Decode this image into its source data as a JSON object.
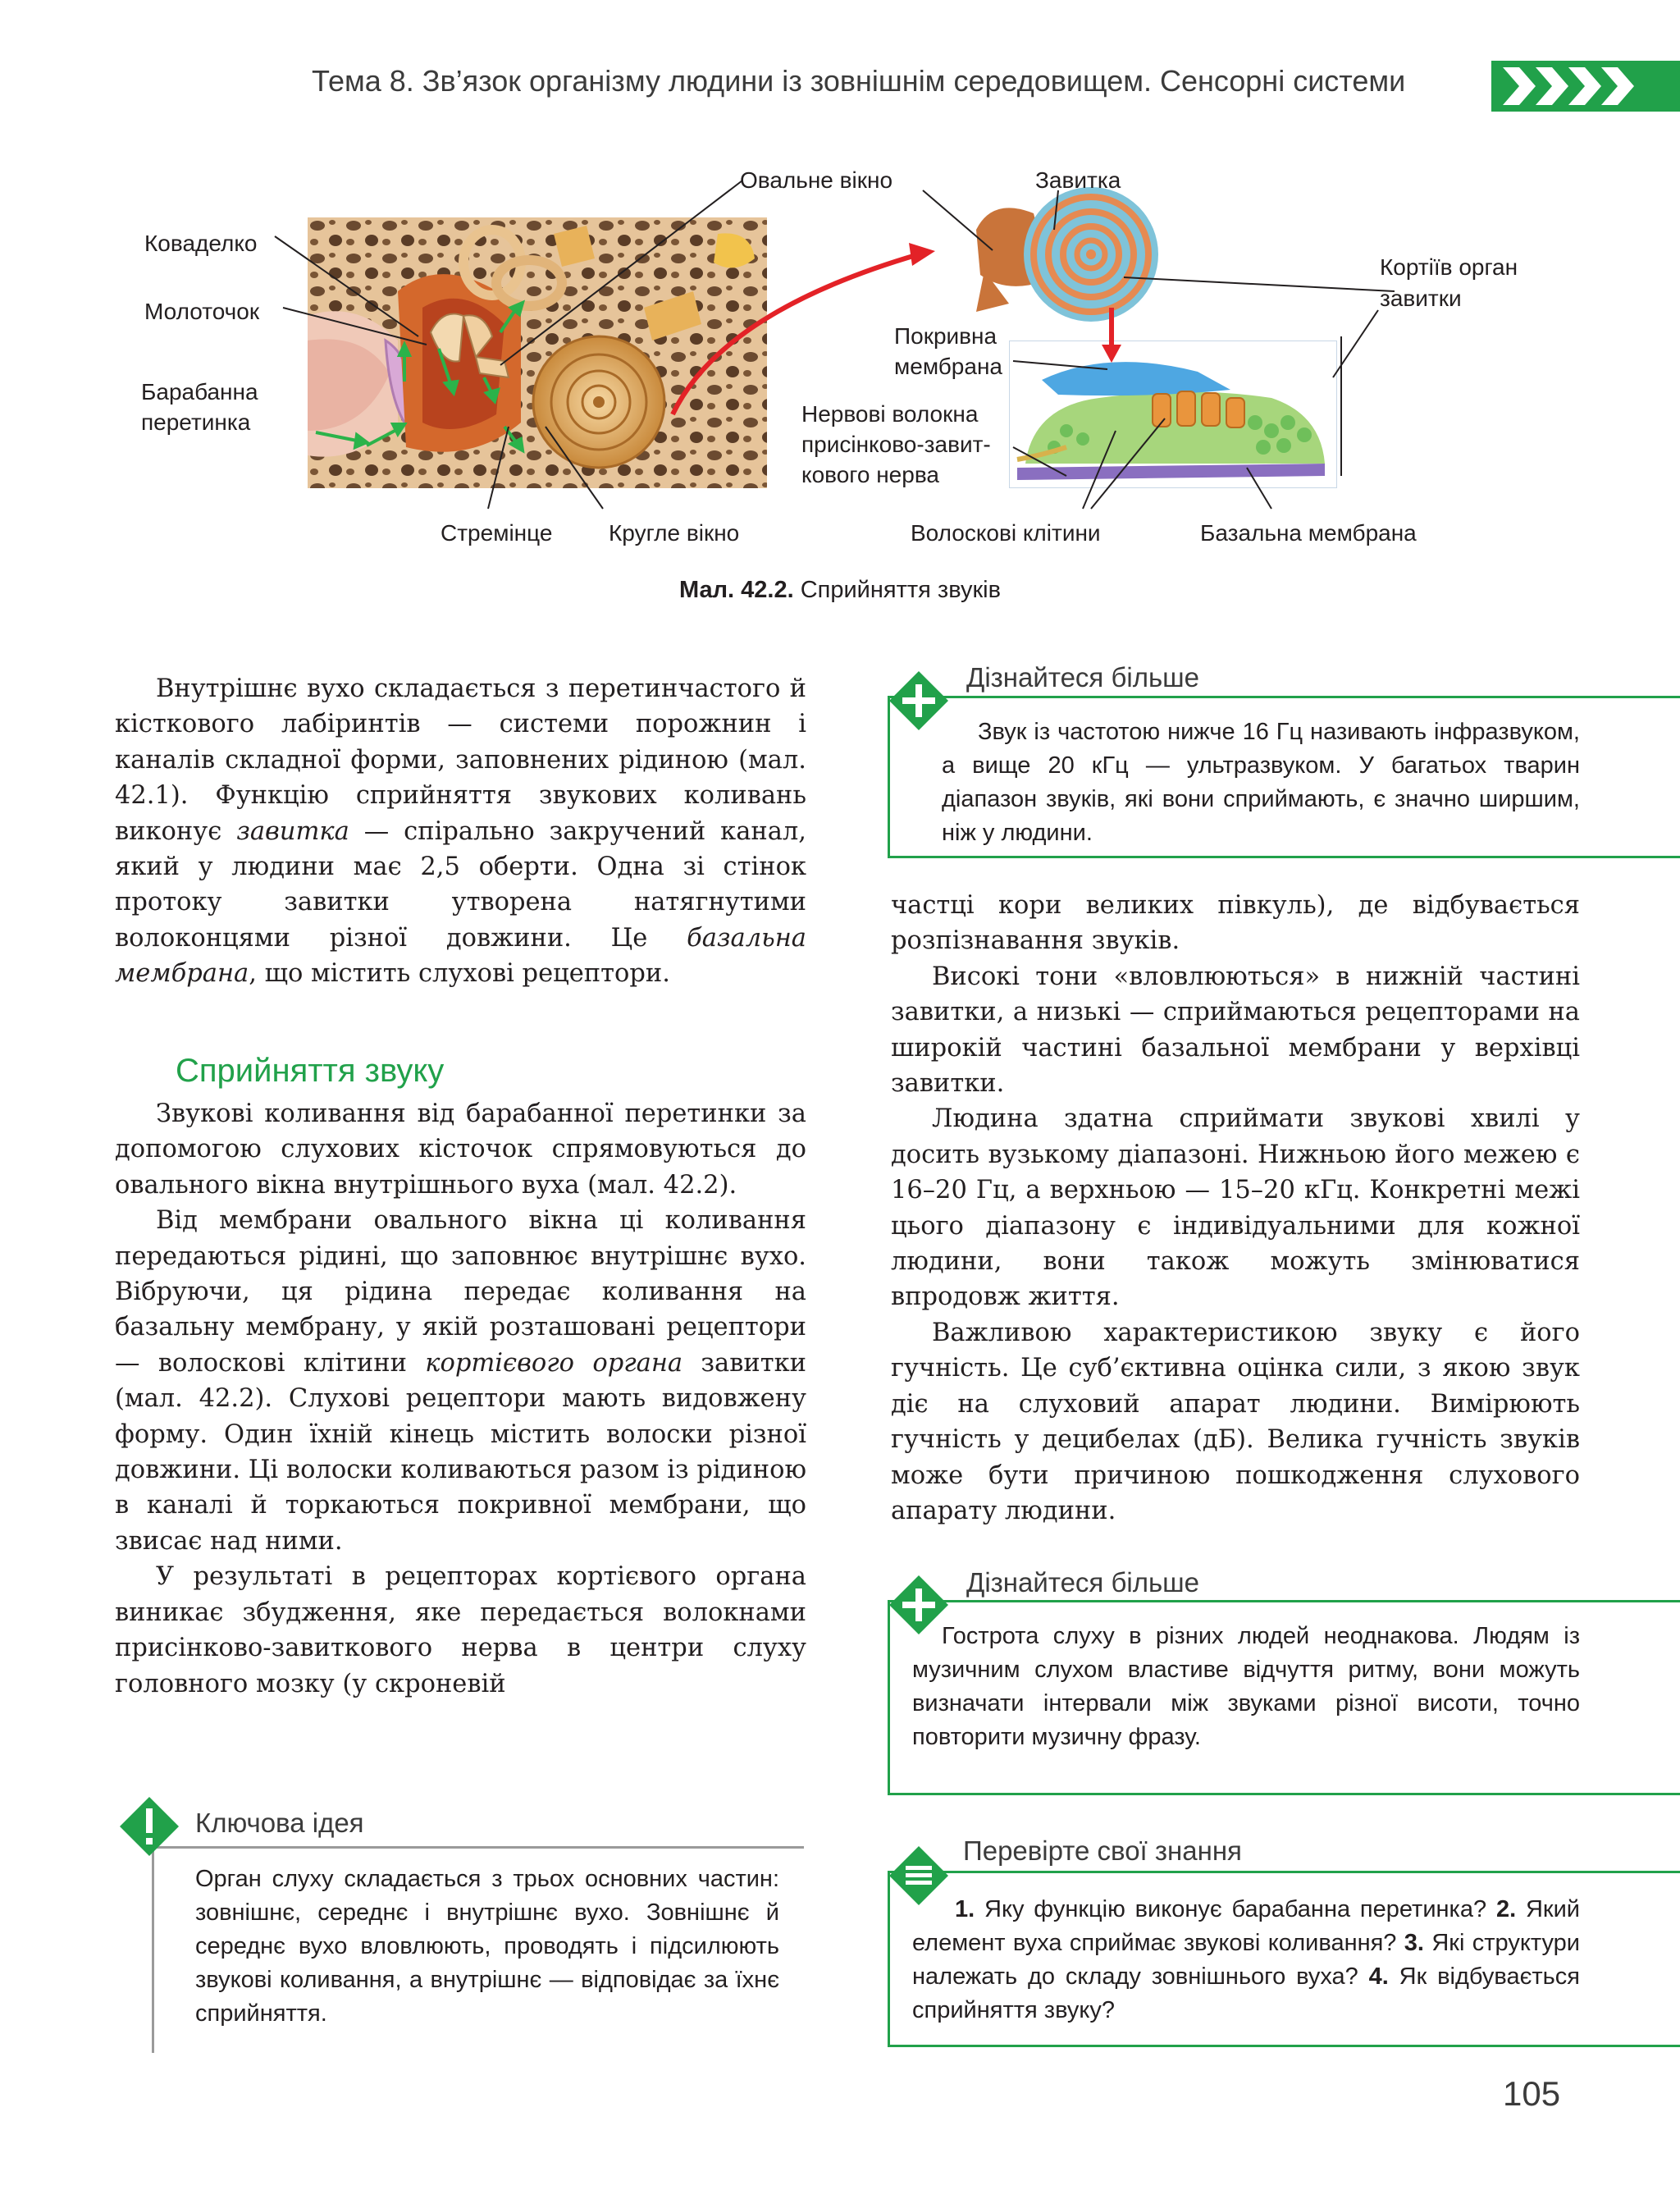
{
  "header": {
    "title": "Тема 8. Зв’язок організму людини із зовнішнім середовищем. Сенсорні системи"
  },
  "figure": {
    "labels": {
      "kovadelko": "Коваделко",
      "molotochok": "Молоточок",
      "barabanna_1": "Барабанна",
      "barabanna_2": "перетинка",
      "stremintse": "Стремінце",
      "kruhle": "Кругле вікно",
      "ovalne": "Овальне вікно",
      "zavytka": "Завитка",
      "kortiiv_1": "Кортіїв орган",
      "kortiiv_2": "завитки",
      "pokryvna_1": "Покривна",
      "pokryvna_2": "мембрана",
      "nervovi_1": "Нервові волокна",
      "nervovi_2": "присінково-завит-",
      "nervovi_3": "кового нерва",
      "voloskovi": "Волоскові клітини",
      "bazalna": "Базальна мембрана"
    },
    "caption_bold": "Мал. 42.2.",
    "caption_text": " Сприйняття звуків"
  },
  "left_col": {
    "p1_a": "Внутрішнє вухо складається з перетинчастого й кісткового лабіринтів — системи порожнин і каналів складної форми, заповнених рідиною (мал. 42.1). Функцію сприйняття звукових коливань виконує ",
    "p1_em1": "завитка",
    "p1_b": " — спірально закручений канал, який у людини має 2,5 оберти. Одна зі стінок протоку завитки утворена натягнутими волоконцями різної довжини. Це ",
    "p1_em2": "базальна мембрана",
    "p1_c": ", що містить слухові рецептори.",
    "section_heading": "Сприйняття звуку",
    "p2": "Звукові коливання від барабанної перетинки за допомогою слухових кісточок спрямовуються до овального вікна внутрішнього вуха (мал. 42.2).",
    "p3_a": "Від мембрани овального вікна ці коливання передаються рідині, що заповнює внутрішнє вухо. Вібруючи, ця рідина передає коливання на базальну мембрану, у якій розташовані рецептори — волоскові клітини ",
    "p3_em": "кортієвого органа",
    "p3_b": " завитки (мал. 42.2). Слухові рецептори мають видовжену форму. Один їхній кінець містить волоски різної довжини. Ці волоски коливаються разом із рідиною в каналі й торкаються покривної мембрани, що звисає над ними.",
    "p4": "У результаті в рецепторах кортієвого органа виникає збудження, яке передається волокнами присінково-завиткового нерва в центри слуху головного мозку (у скроневій"
  },
  "key_idea": {
    "title": "Ключова ідея",
    "text": "Орган слуху складається з трьох основних частин: зовнішнє, середнє і внутрішнє вухо. Зовнішнє й середнє вухо вловлюють, проводять і підсилюють звукові коливання, а внутрішнє — відповідає за їхнє сприйняття."
  },
  "learn_more_1": {
    "title": "Дізнайтеся більше",
    "text": "Звук із частотою нижче 16 Гц називають інфразвуком, а вище 20 кГц — ультразвуком. У багатьох тварин діапазон звуків, які вони сприймають, є значно ширшим, ніж у людини."
  },
  "right_col": {
    "p1": "частці кори великих півкуль), де відбувається розпізнавання звуків.",
    "p2": "Високі тони «вловлюються» в нижній частині завитки, а низькі — сприймаються рецепторами на широкій частині базальної мембрани у верхівці завитки.",
    "p3": "Людина здатна сприймати звукові хвилі у досить вузькому діапазоні. Нижньою його межею є 16–20 Гц, а верхньою — 15–20 кГц. Конкретні межі цього діапазону є індивідуальними для кожної людини, вони також можуть змінюватися впродовж життя.",
    "p4": "Важливою характеристикою звуку є його гучність. Це суб’єктивна оцінка сили, з якою звук діє на слуховий апарат людини. Вимірюють гучність у децибелах (дБ). Велика гучність звуків може бути причиною пошкодження слухового апарату людини."
  },
  "learn_more_2": {
    "title": "Дізнайтеся більше",
    "text": "Гострота слуху в різних людей неоднакова. Людям із музичним слухом властиве відчуття ритму, вони можуть визначати інтервали між звуками різної висоти, точно повторити музичну фразу."
  },
  "check": {
    "title": "Перевірте свої знання",
    "q1_num": "1.",
    "q1": " Яку функцію виконує барабанна перетинка?",
    "q2_num": "2.",
    "q2": " Який елемент вуха сприймає звукові коливання?",
    "q3_num": "3.",
    "q3": " Які структури належать до складу зовнішнього вуха?",
    "q4_num": "4.",
    "q4": " Як відбувається сприйняття звуку?"
  },
  "page_number": "105",
  "colors": {
    "accent_green": "#21a14a",
    "arrow_red": "#e32227",
    "arrow_green": "#2bb34a"
  }
}
